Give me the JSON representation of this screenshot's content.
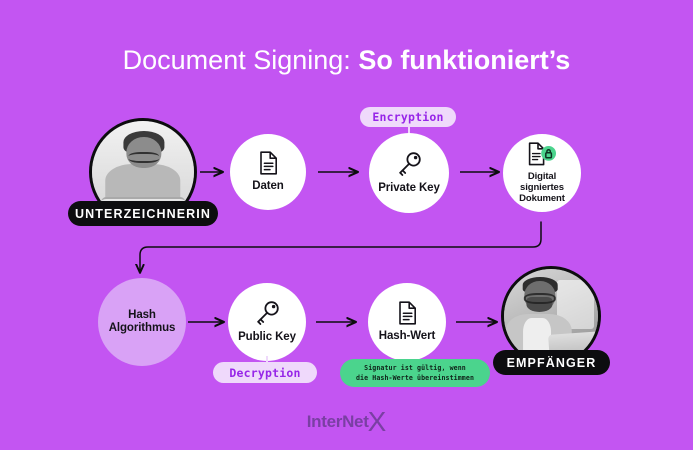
{
  "page": {
    "background_color": "#c355f2",
    "title_light": "Document Signing:",
    "title_bold": "So funktioniert’s"
  },
  "colors": {
    "background": "#c355f2",
    "node_white": "#ffffff",
    "node_lavender": "#d9a2f6",
    "tag_pill_bg": "#efd9fb",
    "tag_pill_text": "#9726e8",
    "badge_black": "#0d0d0f",
    "badge_text": "#ffffff",
    "green_accent": "#4bd48d",
    "logo_purple": "#7a3fa3",
    "arrow": "#0d0d0f"
  },
  "row1": {
    "signer": {
      "badge_label": "UNTERZEICHNERIN",
      "icon": "person-at-laptop-photo"
    },
    "nodes": [
      {
        "label": "Daten",
        "icon": "document-icon"
      },
      {
        "label": "Private Key",
        "icon": "key-icon",
        "tag": "Encryption"
      },
      {
        "label_line1": "Digital signiertes",
        "label_line2": "Dokument",
        "icon": "document-with-lock-icon"
      }
    ]
  },
  "row2": {
    "nodes": [
      {
        "label_line1": "Hash",
        "label_line2": "Algorithmus",
        "icon": "none"
      },
      {
        "label": "Public Key",
        "icon": "key-icon",
        "tag": "Decryption"
      },
      {
        "label": "Hash-Wert",
        "icon": "document-icon"
      }
    ],
    "recipient": {
      "badge_label": "EMPFÄNGER",
      "icon": "person-at-laptop-photo"
    },
    "validity_note_line1": "Signatur ist gültig, wenn",
    "validity_note_line2": "die Hash-Werte übereinstimmen"
  },
  "tags": {
    "encryption": "Encryption",
    "decryption": "Decryption"
  },
  "footer": {
    "logo_word": "InterNet",
    "logo_x": "X"
  }
}
